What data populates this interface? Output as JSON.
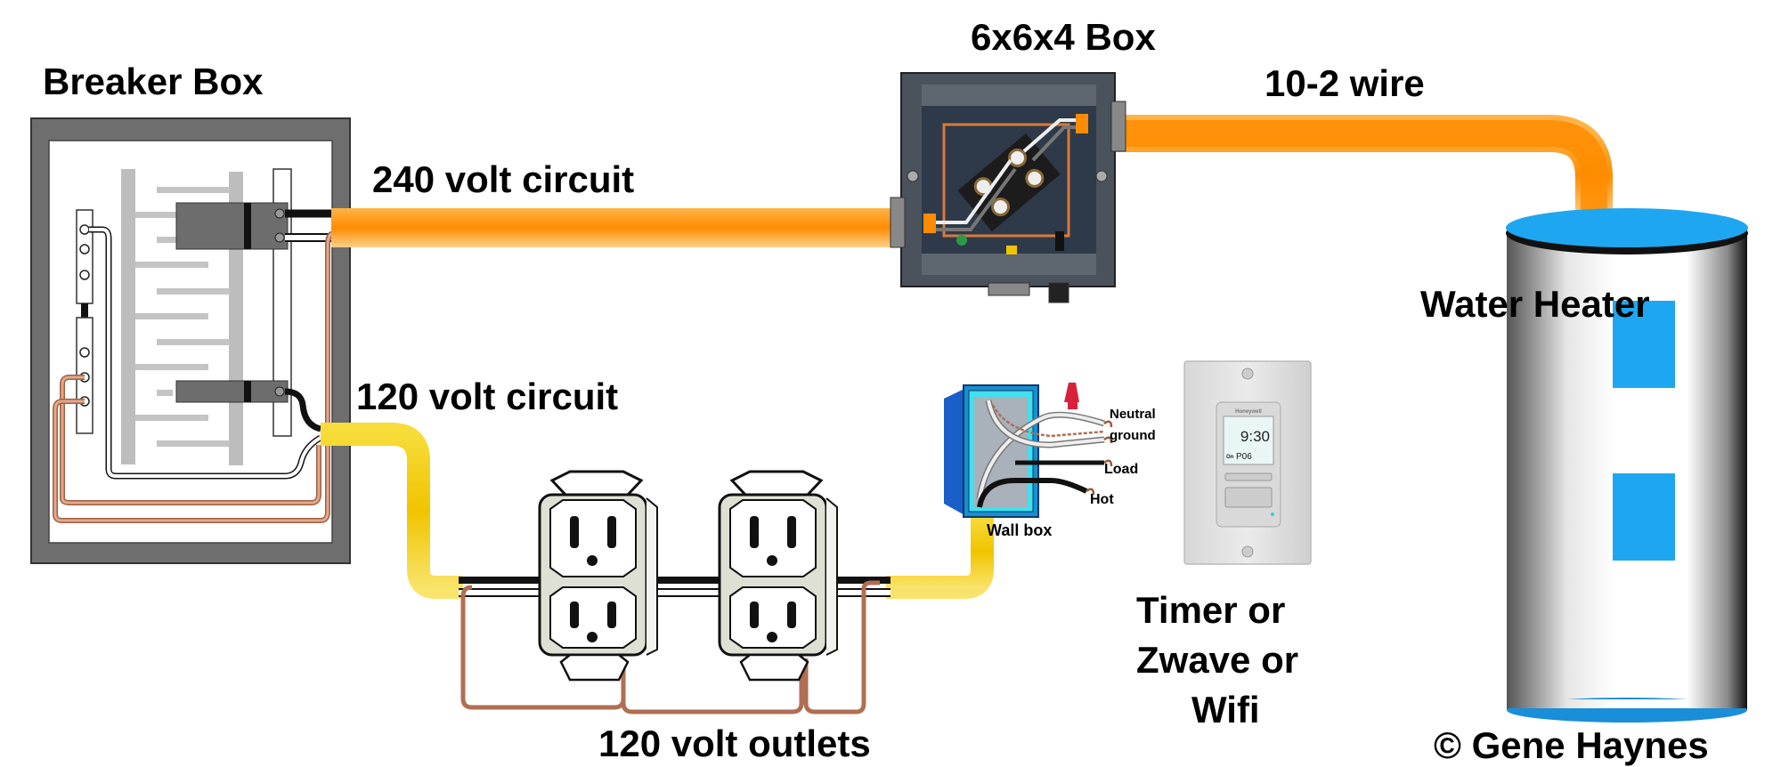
{
  "diagram": {
    "title_labels": {
      "breaker_box": "Breaker Box",
      "junction_box": "6x6x4 Box",
      "wire_gauge": "10-2 wire",
      "circuit_240": "240 volt circuit",
      "circuit_120": "120 volt circuit",
      "outlets": "120 volt outlets",
      "water_heater": "Water Heater",
      "wall_box": "Wall box",
      "timer_line1": "Timer or",
      "timer_line2": "Zwave or",
      "timer_line3": "Wifi",
      "copyright": "© Gene Haynes"
    },
    "wall_box_wires": {
      "neutral": "Neutral",
      "ground": "ground",
      "load": "Load",
      "hot": "Hot"
    },
    "timer_device": {
      "brand": "Honeywell",
      "time": "9:30",
      "program": "P06",
      "status": "On"
    },
    "colors": {
      "wire_240": "#ff8c00",
      "wire_120": "#f2c500",
      "copper_ground": "#c8876a",
      "heater_blue": "#1fa6f0",
      "panel_gray": "#6e6e6e"
    }
  }
}
